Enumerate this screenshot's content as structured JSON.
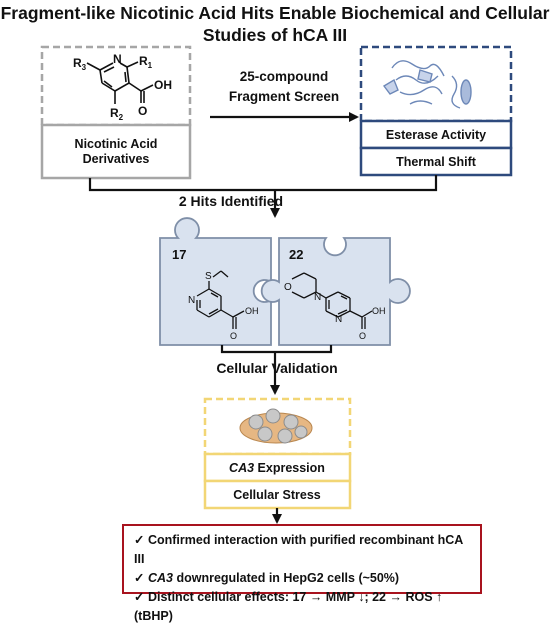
{
  "title_line1": "Fragment-like Nicotinic Acid Hits Enable Biochemical and Cellular",
  "title_line2": "Studies of hCA III",
  "scaffold": {
    "r3": "R",
    "r3_sub": "3",
    "r1": "R",
    "r1_sub": "1",
    "r2": "R",
    "r2_sub": "2",
    "n": "N",
    "oh": "OH",
    "o": "O",
    "label_line1": "Nicotinic Acid",
    "label_line2": "Derivatives"
  },
  "screen_label_line1": "25-compound",
  "screen_label_line2": "Fragment Screen",
  "assays": [
    "Esterase Activity",
    "Thermal Shift"
  ],
  "hits_label": "2 Hits Identified",
  "hits": [
    {
      "id": "17",
      "s": "S",
      "n": "N",
      "oh": "OH",
      "o": "O"
    },
    {
      "id": "22",
      "o_ring": "O",
      "n1": "N",
      "n2": "N",
      "oh": "OH",
      "o": "O"
    }
  ],
  "validation_label": "Cellular Validation",
  "cellular_assays": [
    {
      "italic": "CA3",
      "rest": " Expression"
    },
    {
      "italic": "",
      "rest": "Cellular Stress"
    }
  ],
  "summary": [
    {
      "check": "✓",
      "italic": "",
      "text": "Confirmed interaction with purified recombinant hCA III"
    },
    {
      "check": "✓",
      "italic": "CA3",
      "text": " downregulated in HepG2 cells (~50%)"
    },
    {
      "check": "✓",
      "italic": "",
      "text": "Distinct cellular effects: 17 → MMP ↓; 22 → ROS ↑ (tBHP)"
    }
  ],
  "colors": {
    "gray_frame": "#a6a6a6",
    "blue_frame": "#2e4a7d",
    "yellow_frame": "#f2d675",
    "red_frame": "#a8131e",
    "puzzle_fill": "#d9e2ef"
  }
}
